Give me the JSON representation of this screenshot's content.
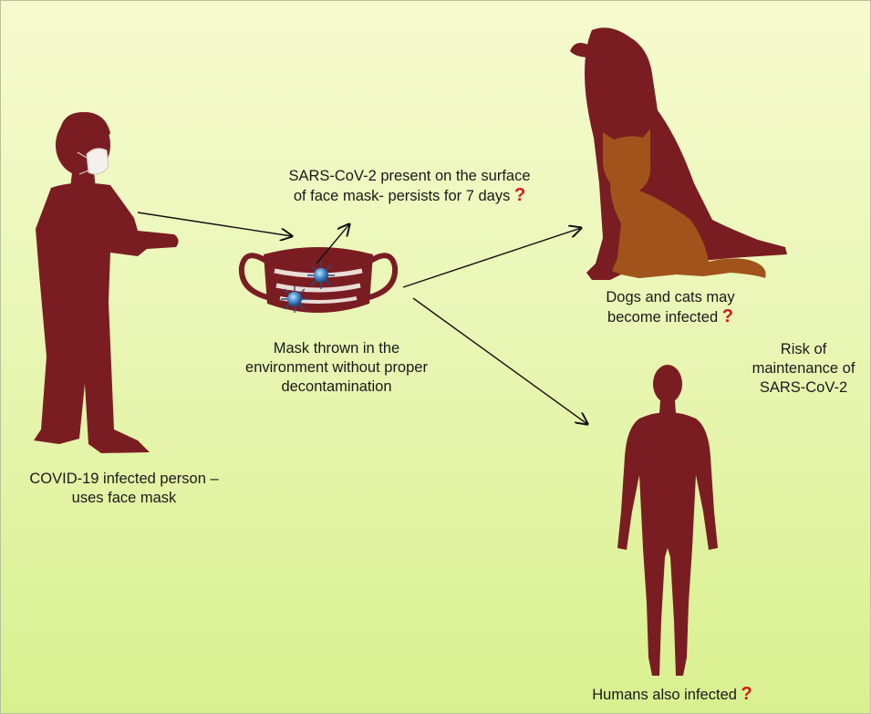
{
  "person": {
    "caption_line1": "COVID-19 infected person –",
    "caption_line2": "uses face mask"
  },
  "surface": {
    "line1": "SARS-CoV-2 present on the surface",
    "line2": "of face mask- persists for 7 days",
    "qmark": "?"
  },
  "mask": {
    "line1": "Mask thrown in the",
    "line2": "environment without proper",
    "line3": "decontamination"
  },
  "animals": {
    "line1": "Dogs and cats may",
    "line2": "become infected",
    "qmark": "?"
  },
  "risk": {
    "line1": "Risk of",
    "line2": "maintenance of",
    "line3": "SARS-CoV-2"
  },
  "humans": {
    "line1": "Humans also infected",
    "qmark": "?"
  },
  "colors": {
    "silhouette": "#7a1d22",
    "cat": "#a0541b",
    "question_mark": "#d01818",
    "background": "#eaf6b6",
    "virus": "#4a8fd0"
  },
  "icons": [
    "infected-person-silhouette",
    "face-mask-icon",
    "virus-particle-icon",
    "dog-silhouette",
    "cat-silhouette",
    "human-silhouette"
  ]
}
